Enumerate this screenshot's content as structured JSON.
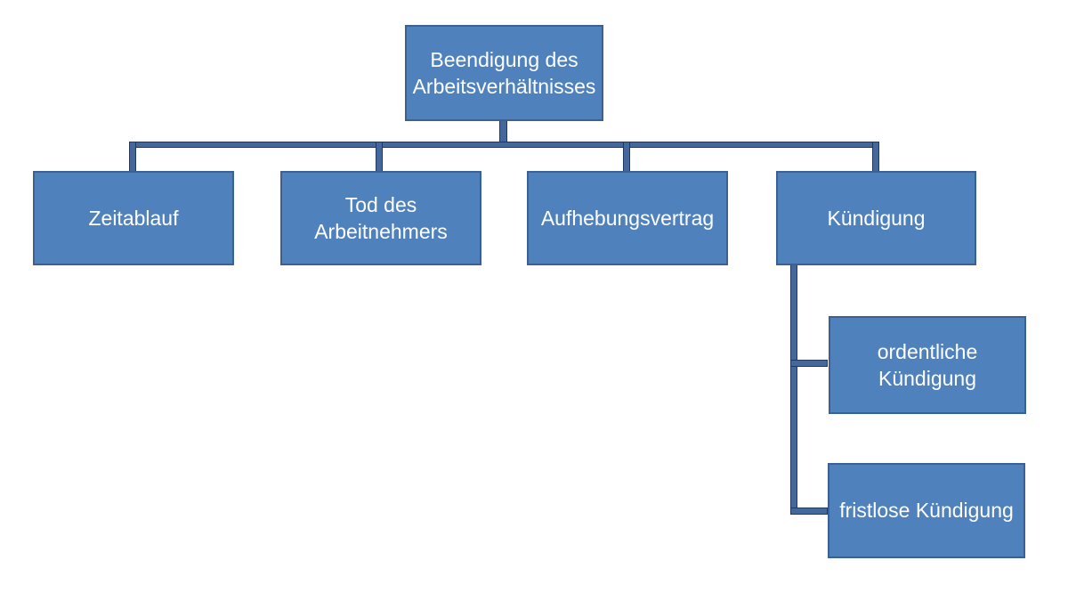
{
  "diagram": {
    "type": "org-chart",
    "colors": {
      "box_fill": "#4f81bd",
      "box_border": "#3a6094",
      "line_fill": "#44689c",
      "line_border": "#1f3864",
      "text": "#ffffff",
      "background": "#ffffff"
    },
    "root": {
      "label": "Beendigung des\nArbeitsverhältnisses"
    },
    "children": [
      {
        "label": "Zeitablauf"
      },
      {
        "label": "Tod des\nArbeitnehmers"
      },
      {
        "label": "Aufhebungsvertrag"
      },
      {
        "label": "Kündigung",
        "children": [
          {
            "label": "ordentliche\nKündigung"
          },
          {
            "label": "fristlose Kündigung"
          }
        ]
      }
    ]
  }
}
